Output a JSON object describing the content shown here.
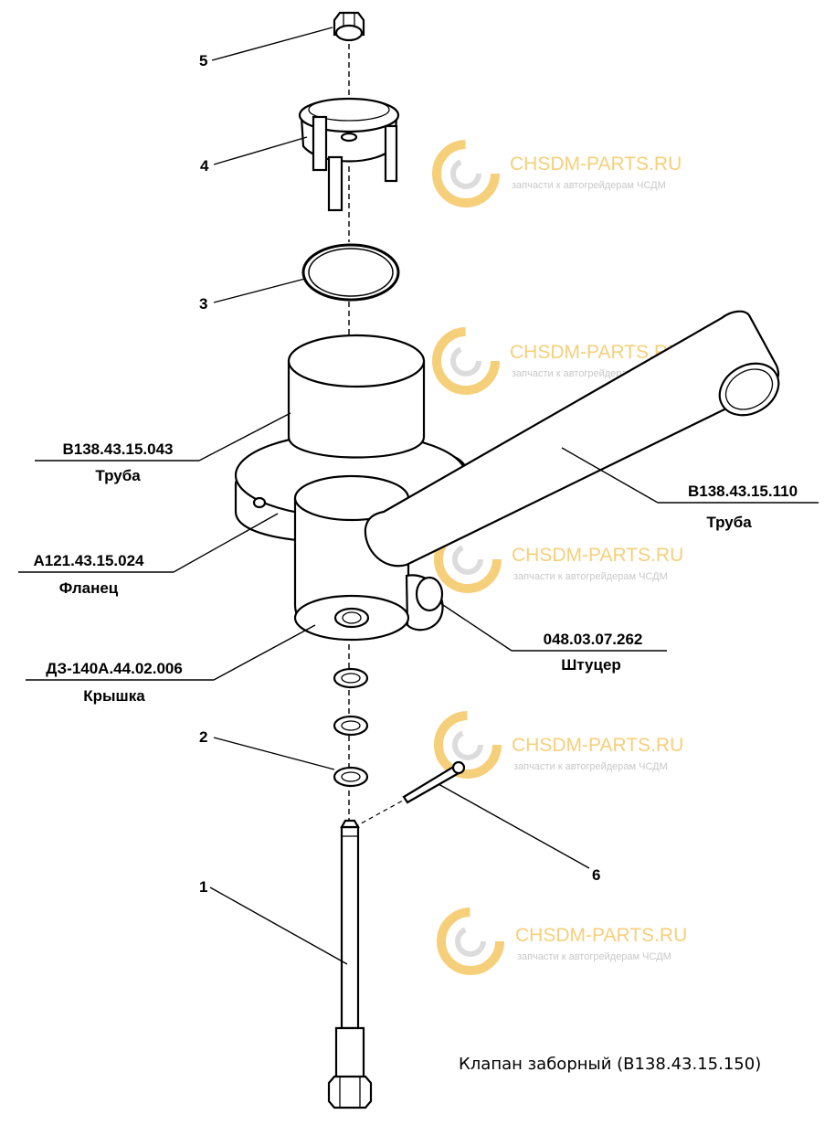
{
  "diagram": {
    "caption": "Клапан заборный (В138.43.15.150)",
    "watermark": {
      "brand": "CHSDM-PARTS.RU",
      "subtitle": "запчасти к автогрейдерам ЧСДМ",
      "color": "#f6cf7a"
    },
    "numbered_callouts": [
      "1",
      "2",
      "3",
      "4",
      "5",
      "6"
    ],
    "parts": [
      {
        "code": "В138.43.15.043",
        "name": "Труба"
      },
      {
        "code": "А121.43.15.024",
        "name": "Фланец"
      },
      {
        "code": "ДЗ-140А.44.02.006",
        "name": "Крышка"
      },
      {
        "code": "В138.43.15.110",
        "name": "Труба"
      },
      {
        "code": "048.03.07.262",
        "name": "Штуцер"
      }
    ]
  }
}
